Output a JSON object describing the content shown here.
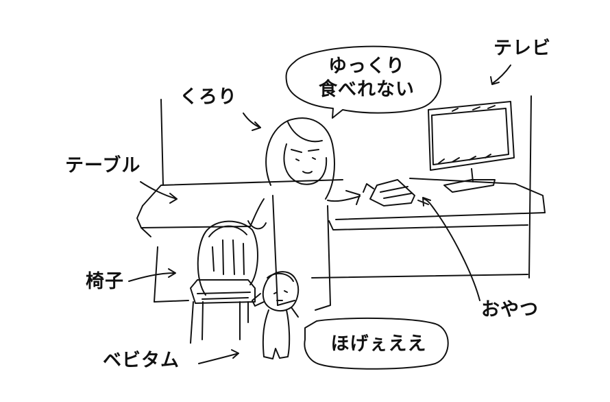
{
  "labels": {
    "kurori": "くろり",
    "table": "テーブル",
    "chair": "椅子",
    "baby": "ベビタム",
    "tv": "テレビ",
    "snack": "おやつ"
  },
  "bubbles": {
    "mother_line1": "ゆっくり",
    "mother_line2": "食べれない",
    "baby": "ほげぇええ"
  },
  "colors": {
    "ink": "#111111",
    "paper": "#ffffff"
  }
}
